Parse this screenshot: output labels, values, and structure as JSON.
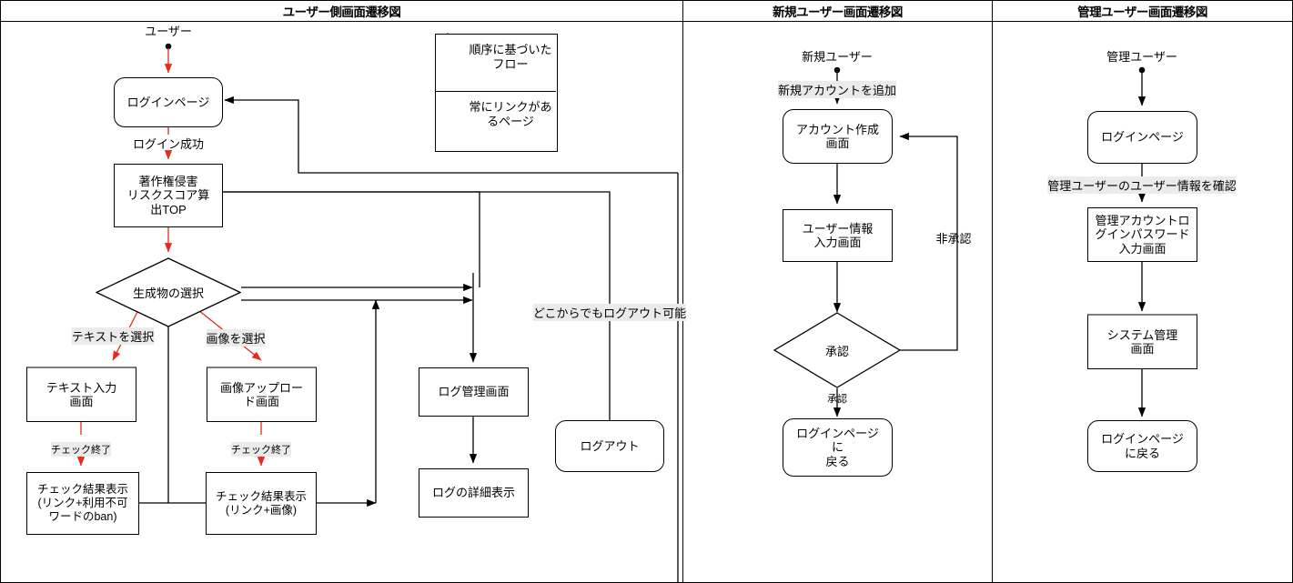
{
  "panels": [
    {
      "title": "ユーザー側画面遷移図"
    },
    {
      "title": "新規ユーザー画面遷移図"
    },
    {
      "title": "管理ユーザー画面遷移図"
    }
  ],
  "colors": {
    "flow_arrow": "#e8291c",
    "link_arrow": "#000000",
    "label_highlight": "#ebebeb",
    "node_border": "#000000",
    "page_background": "#ffffff"
  },
  "legend": {
    "sequence_flow": "順序に基づいたフロー",
    "always_linked_page": "常にリンクがあるページ"
  },
  "user_panel": {
    "start_label": "ユーザー",
    "nodes": {
      "login_page": "ログインページ",
      "risk_score_top": "著作権侵害\nリスクスコア算\n出TOP",
      "risk_score_top_lines": [
        "著作権侵害",
        "リスクスコア算",
        "出TOP"
      ],
      "choice": "生成物の選択",
      "text_input": "テキスト入力\n画面",
      "text_input_lines": [
        "テキスト入力",
        "画面"
      ],
      "image_upload": "画像アップロー\nド画面",
      "image_upload_lines": [
        "画像アップロー",
        "ド画面"
      ],
      "text_result": "チェック結果表示\n(リンク+利用不可\nワードのban)",
      "text_result_lines": [
        "チェック結果表示",
        "(リンク+利用不可",
        "ワードのban)"
      ],
      "image_result": "チェック結果表示\n(リンク+画像)",
      "image_result_lines": [
        "チェック結果表示",
        "(リンク+画像)"
      ],
      "log_admin": "ログ管理画面",
      "log_detail": "ログの詳細表示",
      "logout": "ログアウト"
    },
    "edges": {
      "login_success": "ログイン成功",
      "select_text": "テキストを選択",
      "select_image": "画像を選択",
      "check_done_text": "チェック終了",
      "check_done_image": "チェック終了",
      "logout_anywhere": "どこからでもログアウト可能"
    }
  },
  "new_user_panel": {
    "start_label": "新規ユーザー",
    "nodes": {
      "create_account": "アカウント作成\n画面",
      "create_account_lines": [
        "アカウント作成",
        "画面"
      ],
      "user_info_input": "ユーザー情報\n入力画面",
      "user_info_input_lines": [
        "ユーザー情報",
        "入力画面"
      ],
      "approval": "承認",
      "back_to_login": "ログインページ\nに\n戻る",
      "back_to_login_lines": [
        "ログインページ",
        "に",
        "戻る"
      ]
    },
    "edges": {
      "add_new_account": "新規アカウントを追加",
      "rejected": "非承認",
      "approved": "承認"
    }
  },
  "admin_panel": {
    "start_label": "管理ユーザー",
    "nodes": {
      "login_page": "ログインページ",
      "admin_password": "管理アカウントロ\nグインパスワード\n入力画面",
      "admin_password_lines": [
        "管理アカウントロ",
        "グインパスワード",
        "入力画面"
      ],
      "system_admin": "システム管理\n画面",
      "system_admin_lines": [
        "システム管理",
        "画面"
      ],
      "back_to_login": "ログインページ\nに戻る",
      "back_to_login_lines": [
        "ログインページ",
        "に戻る"
      ]
    },
    "edges": {
      "confirm_user_info": "管理ユーザーのユーザー情報を確認"
    }
  }
}
